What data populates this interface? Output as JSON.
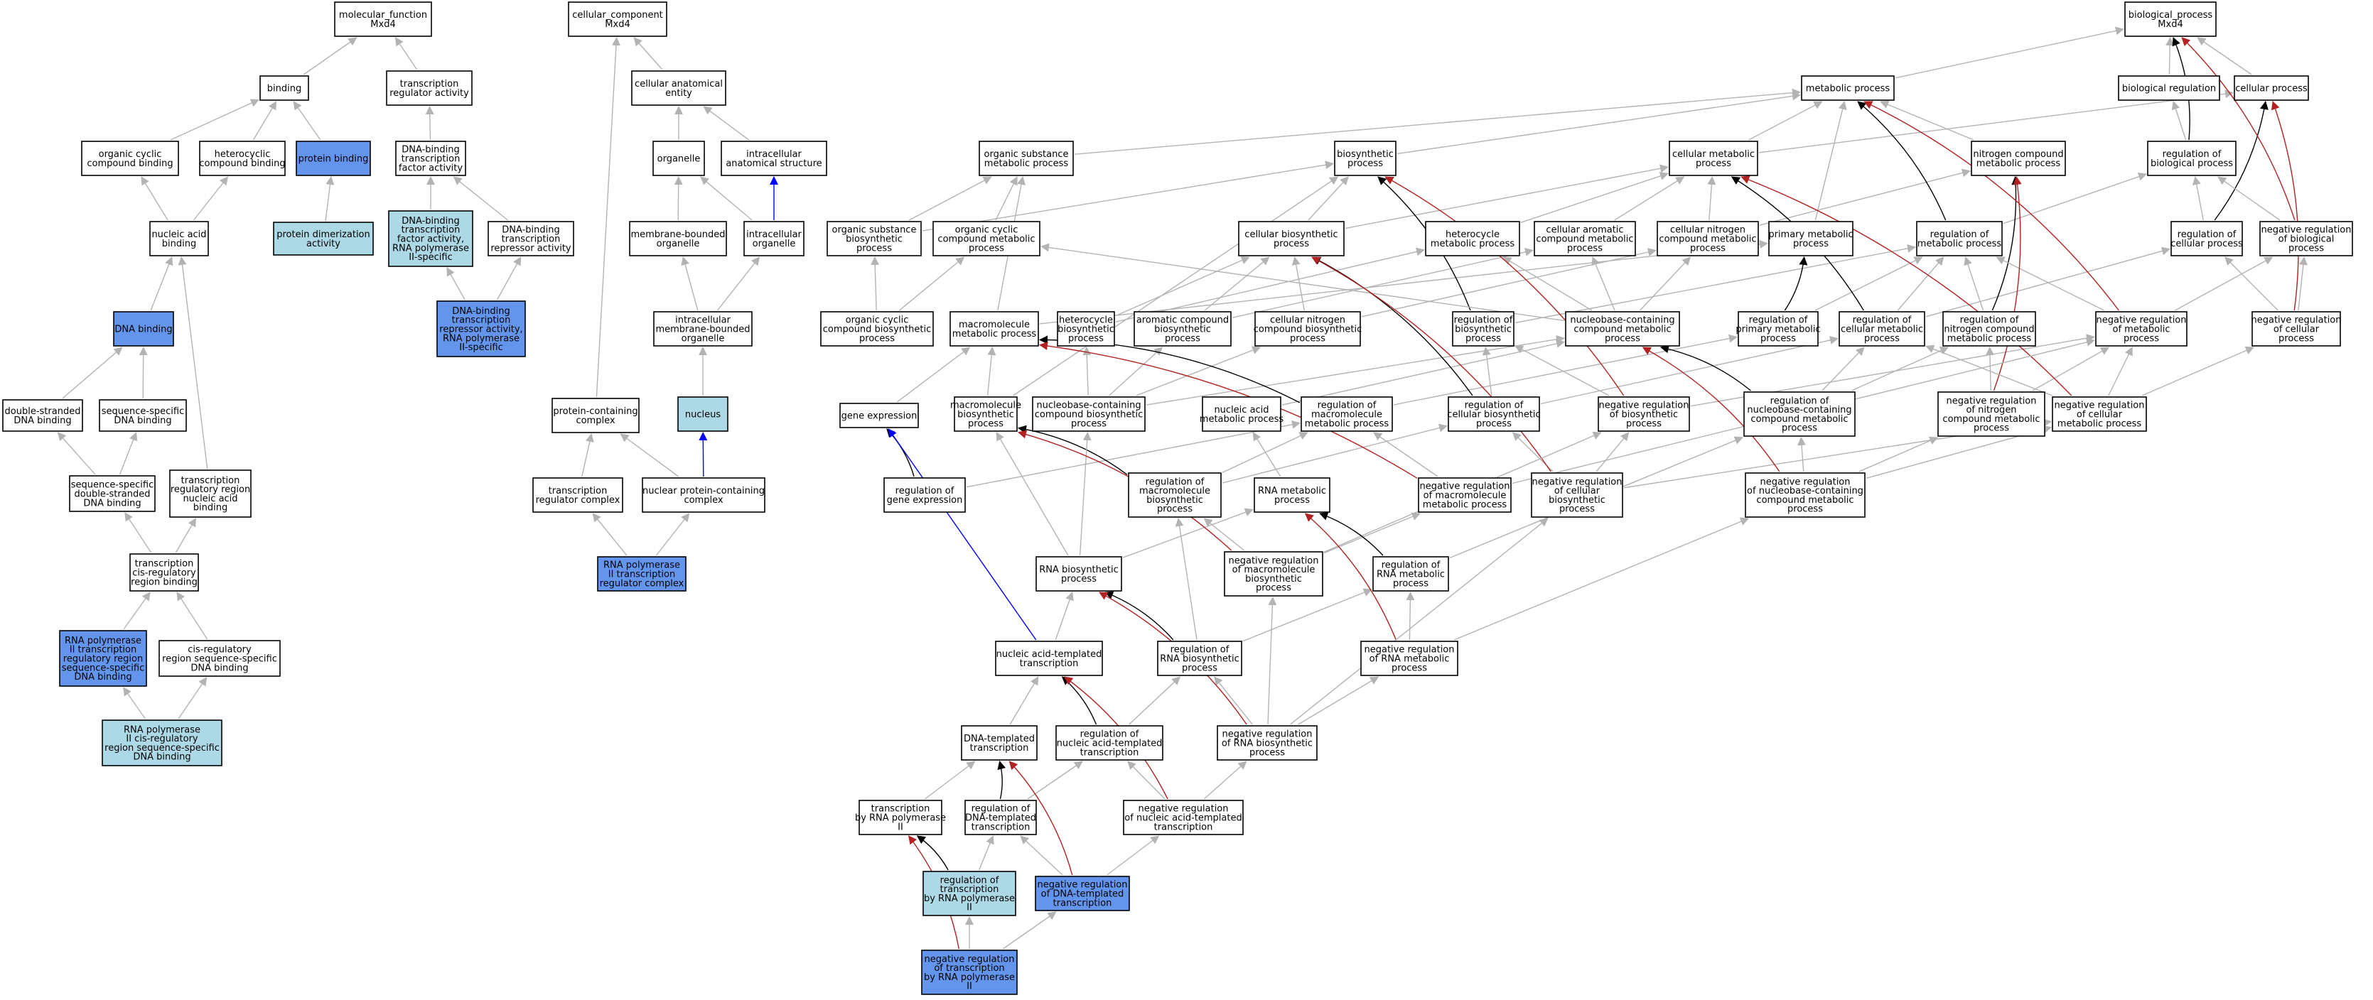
{
  "colors": {
    "fill_default": "#ffffff",
    "fill_light": "#add8e6",
    "fill_dark": "#6495ed",
    "edge_is_a": "#b3b3b3",
    "edge_part_of": "#0000ff",
    "edge_regulates": "#000000",
    "edge_neg_regulates": "#b22222"
  },
  "nodes": {
    "mf": {
      "lines": [
        "molecular_function",
        "Mxd4"
      ],
      "fill": "white"
    },
    "binding": {
      "lines": [
        "binding"
      ],
      "fill": "white"
    },
    "tra": {
      "lines": [
        "transcription",
        "regulator activity"
      ],
      "fill": "white"
    },
    "ocb": {
      "lines": [
        "organic cyclic",
        "compound binding"
      ],
      "fill": "white"
    },
    "hcb": {
      "lines": [
        "heterocyclic",
        "compound binding"
      ],
      "fill": "white"
    },
    "pb": {
      "lines": [
        "protein binding"
      ],
      "fill": "dark"
    },
    "dbtfa": {
      "lines": [
        "DNA-binding",
        "transcription",
        "factor activity"
      ],
      "fill": "white"
    },
    "nab": {
      "lines": [
        "nucleic acid",
        "binding"
      ],
      "fill": "white"
    },
    "pda": {
      "lines": [
        "protein dimerization",
        "activity"
      ],
      "fill": "light"
    },
    "dbtfa2": {
      "lines": [
        "DNA-binding",
        "transcription",
        "factor activity,",
        "RNA polymerase",
        "II-specific"
      ],
      "fill": "light"
    },
    "dbtra": {
      "lines": [
        "DNA-binding",
        "transcription",
        "repressor activity"
      ],
      "fill": "white"
    },
    "dnab": {
      "lines": [
        "DNA binding"
      ],
      "fill": "dark"
    },
    "dbtra2": {
      "lines": [
        "DNA-binding",
        "transcription",
        "repressor activity,",
        "RNA polymerase",
        "II-specific"
      ],
      "fill": "dark"
    },
    "dsdb": {
      "lines": [
        "double-stranded",
        "DNA binding"
      ],
      "fill": "white"
    },
    "ssdb": {
      "lines": [
        "sequence-specific",
        "DNA binding"
      ],
      "fill": "white"
    },
    "ssdsdb": {
      "lines": [
        "sequence-specific",
        "double-stranded",
        "DNA binding"
      ],
      "fill": "white"
    },
    "trrnab": {
      "lines": [
        "transcription",
        "regulatory region",
        "nucleic acid",
        "binding"
      ],
      "fill": "white"
    },
    "tcrrb": {
      "lines": [
        "transcription",
        "cis-regulatory",
        "region binding"
      ],
      "fill": "white"
    },
    "rp2trr": {
      "lines": [
        "RNA polymerase",
        "II transcription",
        "regulatory region",
        "sequence-specific",
        "DNA binding"
      ],
      "fill": "dark"
    },
    "crrssdb": {
      "lines": [
        "cis-regulatory",
        "region sequence-specific",
        "DNA binding"
      ],
      "fill": "white"
    },
    "rp2crr": {
      "lines": [
        "RNA polymerase",
        "II cis-regulatory",
        "region sequence-specific",
        "DNA binding"
      ],
      "fill": "light"
    },
    "cc": {
      "lines": [
        "cellular_component",
        "Mxd4"
      ],
      "fill": "white"
    },
    "cae": {
      "lines": [
        "cellular anatomical",
        "entity"
      ],
      "fill": "white"
    },
    "organelle": {
      "lines": [
        "organelle"
      ],
      "fill": "white"
    },
    "ias": {
      "lines": [
        "intracellular",
        "anatomical structure"
      ],
      "fill": "white"
    },
    "mbo": {
      "lines": [
        "membrane-bounded",
        "organelle"
      ],
      "fill": "white"
    },
    "io": {
      "lines": [
        "intracellular",
        "organelle"
      ],
      "fill": "white"
    },
    "imbo": {
      "lines": [
        "intracellular",
        "membrane-bounded",
        "organelle"
      ],
      "fill": "white"
    },
    "nucleus": {
      "lines": [
        "nucleus"
      ],
      "fill": "light"
    },
    "pcc": {
      "lines": [
        "protein-containing",
        "complex"
      ],
      "fill": "white"
    },
    "trc": {
      "lines": [
        "transcription",
        "regulator complex"
      ],
      "fill": "white"
    },
    "npcc": {
      "lines": [
        "nuclear protein-containing",
        "complex"
      ],
      "fill": "white"
    },
    "rp2trc": {
      "lines": [
        "RNA polymerase",
        "II transcription",
        "regulator complex"
      ],
      "fill": "dark"
    },
    "bp": {
      "lines": [
        "biological_process",
        "Mxd4"
      ],
      "fill": "white"
    },
    "mp": {
      "lines": [
        "metabolic process"
      ],
      "fill": "white"
    },
    "br": {
      "lines": [
        "biological regulation"
      ],
      "fill": "white"
    },
    "cp": {
      "lines": [
        "cellular process"
      ],
      "fill": "white"
    },
    "osmp": {
      "lines": [
        "organic substance",
        "metabolic process"
      ],
      "fill": "white"
    },
    "bsp": {
      "lines": [
        "biosynthetic",
        "process"
      ],
      "fill": "white"
    },
    "cmp": {
      "lines": [
        "cellular metabolic",
        "process"
      ],
      "fill": "white"
    },
    "ncmp": {
      "lines": [
        "nitrogen compound",
        "metabolic process"
      ],
      "fill": "white"
    },
    "rbp": {
      "lines": [
        "regulation of",
        "biological process"
      ],
      "fill": "white"
    },
    "osbp": {
      "lines": [
        "organic substance",
        "biosynthetic",
        "process"
      ],
      "fill": "white"
    },
    "occmp": {
      "lines": [
        "organic cyclic",
        "compound metabolic",
        "process"
      ],
      "fill": "white"
    },
    "cbp": {
      "lines": [
        "cellular biosynthetic",
        "process"
      ],
      "fill": "white"
    },
    "hmp": {
      "lines": [
        "heterocycle",
        "metabolic process"
      ],
      "fill": "white"
    },
    "cacmp": {
      "lines": [
        "cellular aromatic",
        "compound metabolic",
        "process"
      ],
      "fill": "white"
    },
    "cncmp": {
      "lines": [
        "cellular nitrogen",
        "compound metabolic",
        "process"
      ],
      "fill": "white"
    },
    "pmp": {
      "lines": [
        "primary metabolic",
        "process"
      ],
      "fill": "white"
    },
    "rmp": {
      "lines": [
        "regulation of",
        "metabolic process"
      ],
      "fill": "white"
    },
    "rcp": {
      "lines": [
        "regulation of",
        "cellular process"
      ],
      "fill": "white"
    },
    "nrbp": {
      "lines": [
        "negative regulation",
        "of biological",
        "process"
      ],
      "fill": "white"
    },
    "occbp": {
      "lines": [
        "organic cyclic",
        "compound biosynthetic",
        "process"
      ],
      "fill": "white"
    },
    "mmp": {
      "lines": [
        "macromolecule",
        "metabolic process"
      ],
      "fill": "white"
    },
    "hbp": {
      "lines": [
        "heterocycle",
        "biosynthetic",
        "process"
      ],
      "fill": "white"
    },
    "acbp": {
      "lines": [
        "aromatic compound",
        "biosynthetic",
        "process"
      ],
      "fill": "white"
    },
    "cncbp": {
      "lines": [
        "cellular nitrogen",
        "compound biosynthetic",
        "process"
      ],
      "fill": "white"
    },
    "rbsp": {
      "lines": [
        "regulation of",
        "biosynthetic",
        "process"
      ],
      "fill": "white"
    },
    "nbcmp": {
      "lines": [
        "nucleobase-containing",
        "compound metabolic",
        "process"
      ],
      "fill": "white"
    },
    "rpmp": {
      "lines": [
        "regulation of",
        "primary metabolic",
        "process"
      ],
      "fill": "white"
    },
    "rcmp": {
      "lines": [
        "regulation of",
        "cellular metabolic",
        "process"
      ],
      "fill": "white"
    },
    "rncmp": {
      "lines": [
        "regulation of",
        "nitrogen compound",
        "metabolic process"
      ],
      "fill": "white"
    },
    "nrmp": {
      "lines": [
        "negative regulation",
        "of metabolic",
        "process"
      ],
      "fill": "white"
    },
    "nrcp": {
      "lines": [
        "negative regulation",
        "of cellular",
        "process"
      ],
      "fill": "white"
    },
    "ge": {
      "lines": [
        "gene expression"
      ],
      "fill": "white"
    },
    "mbp": {
      "lines": [
        "macromolecule",
        "biosynthetic",
        "process"
      ],
      "fill": "white"
    },
    "nbcbp": {
      "lines": [
        "nucleobase-containing",
        "compound biosynthetic",
        "process"
      ],
      "fill": "white"
    },
    "namp": {
      "lines": [
        "nucleic acid",
        "metabolic process"
      ],
      "fill": "white"
    },
    "rmmp": {
      "lines": [
        "regulation of",
        "macromolecule",
        "metabolic process"
      ],
      "fill": "white"
    },
    "rcbp": {
      "lines": [
        "regulation of",
        "cellular biosynthetic",
        "process"
      ],
      "fill": "white"
    },
    "nrbsp": {
      "lines": [
        "negative regulation",
        "of biosynthetic",
        "process"
      ],
      "fill": "white"
    },
    "rnbcmp": {
      "lines": [
        "regulation of",
        "nucleobase-containing",
        "compound metabolic",
        "process"
      ],
      "fill": "white"
    },
    "nrncmp": {
      "lines": [
        "negative regulation",
        "of nitrogen",
        "compound metabolic",
        "process"
      ],
      "fill": "white"
    },
    "nrcmp": {
      "lines": [
        "negative regulation",
        "of cellular",
        "metabolic process"
      ],
      "fill": "white"
    },
    "rge": {
      "lines": [
        "regulation of",
        "gene expression"
      ],
      "fill": "white"
    },
    "rmbp": {
      "lines": [
        "regulation of",
        "macromolecule",
        "biosynthetic",
        "process"
      ],
      "fill": "white"
    },
    "rnamp": {
      "lines": [
        "RNA metabolic",
        "process"
      ],
      "fill": "white"
    },
    "nrmmp": {
      "lines": [
        "negative regulation",
        "of macromolecule",
        "metabolic process"
      ],
      "fill": "white"
    },
    "nrcbp": {
      "lines": [
        "negative regulation",
        "of cellular",
        "biosynthetic",
        "process"
      ],
      "fill": "white"
    },
    "nrnbcmp": {
      "lines": [
        "negative regulation",
        "of nucleobase-containing",
        "compound metabolic",
        "process"
      ],
      "fill": "white"
    },
    "rnabp": {
      "lines": [
        "RNA biosynthetic",
        "process"
      ],
      "fill": "white"
    },
    "nrmbp": {
      "lines": [
        "negative regulation",
        "of macromolecule",
        "biosynthetic",
        "process"
      ],
      "fill": "white"
    },
    "rrnamp": {
      "lines": [
        "regulation of",
        "RNA metabolic",
        "process"
      ],
      "fill": "white"
    },
    "natt": {
      "lines": [
        "nucleic acid-templated",
        "transcription"
      ],
      "fill": "white"
    },
    "rrnabp": {
      "lines": [
        "regulation of",
        "RNA biosynthetic",
        "process"
      ],
      "fill": "white"
    },
    "nrrnamp": {
      "lines": [
        "negative regulation",
        "of RNA metabolic",
        "process"
      ],
      "fill": "white"
    },
    "dtt": {
      "lines": [
        "DNA-templated",
        "transcription"
      ],
      "fill": "white"
    },
    "rnatt": {
      "lines": [
        "regulation of",
        "nucleic acid-templated",
        "transcription"
      ],
      "fill": "white"
    },
    "nrrnabp": {
      "lines": [
        "negative regulation",
        "of RNA biosynthetic",
        "process"
      ],
      "fill": "white"
    },
    "trp2": {
      "lines": [
        "transcription",
        "by RNA polymerase",
        "II"
      ],
      "fill": "white"
    },
    "rdtt": {
      "lines": [
        "regulation of",
        "DNA-templated",
        "transcription"
      ],
      "fill": "white"
    },
    "nrnatt": {
      "lines": [
        "negative regulation",
        "of nucleic acid-templated",
        "transcription"
      ],
      "fill": "white"
    },
    "rtrp2": {
      "lines": [
        "regulation of",
        "transcription",
        "by RNA polymerase",
        "II"
      ],
      "fill": "light"
    },
    "nrdtt": {
      "lines": [
        "negative regulation",
        "of DNA-templated",
        "transcription"
      ],
      "fill": "dark"
    },
    "nrtrp2": {
      "lines": [
        "negative regulation",
        "of transcription",
        "by RNA polymerase",
        "II"
      ],
      "fill": "dark"
    }
  }
}
